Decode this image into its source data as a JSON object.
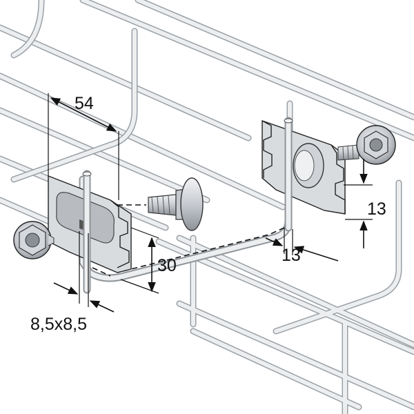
{
  "dimensions": {
    "width_54": "54",
    "height_30": "30",
    "slot_8_5": "8,5x8,5",
    "offset_13_horizontal": "13",
    "offset_13_vertical": "13"
  },
  "colors": {
    "wire_stroke": "#8f9499",
    "wire_fill": "#e9ebee",
    "metal_light": "#d9dcdf",
    "metal_mid": "#b8bcc1",
    "metal_dark": "#7d8288",
    "line": "#111111"
  }
}
